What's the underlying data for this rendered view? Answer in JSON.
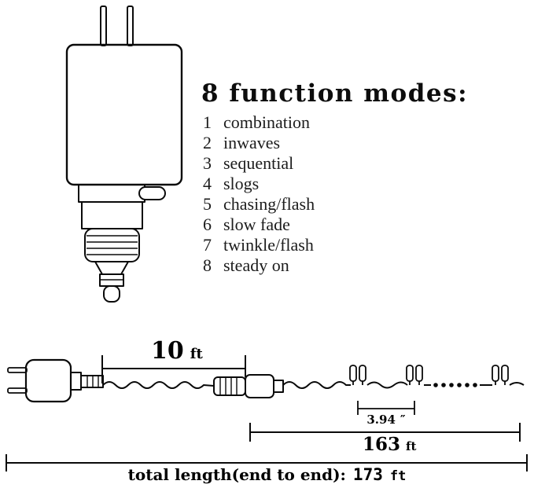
{
  "page": {
    "background": "#ffffff",
    "line_color": "#000000"
  },
  "function_modes": {
    "heading": "8 function modes:",
    "items": [
      {
        "num": "1",
        "label": "combination"
      },
      {
        "num": "2",
        "label": "inwaves"
      },
      {
        "num": "3",
        "label": "sequential"
      },
      {
        "num": "4",
        "label": "slogs"
      },
      {
        "num": "5",
        "label": "chasing/flash"
      },
      {
        "num": "6",
        "label": "slow fade"
      },
      {
        "num": "7",
        "label": "twinkle/flash"
      },
      {
        "num": "8",
        "label": "steady on"
      }
    ]
  },
  "measurements": {
    "lead": {
      "value": "10",
      "unit": "ft"
    },
    "bulb_spacing": {
      "value": "3.94",
      "unit": "″"
    },
    "lit_section": {
      "value": "163",
      "unit": "ft"
    },
    "total": {
      "label": "total length(end to end):",
      "value": "173",
      "unit": "ft"
    }
  },
  "icons": {
    "adapter": "power-adapter-illustration",
    "wall_plug": "wall-plug-illustration",
    "connector": "cable-connector-illustration",
    "bulb": "mini-bulb-icon",
    "ellipsis": "continuation-dots"
  }
}
